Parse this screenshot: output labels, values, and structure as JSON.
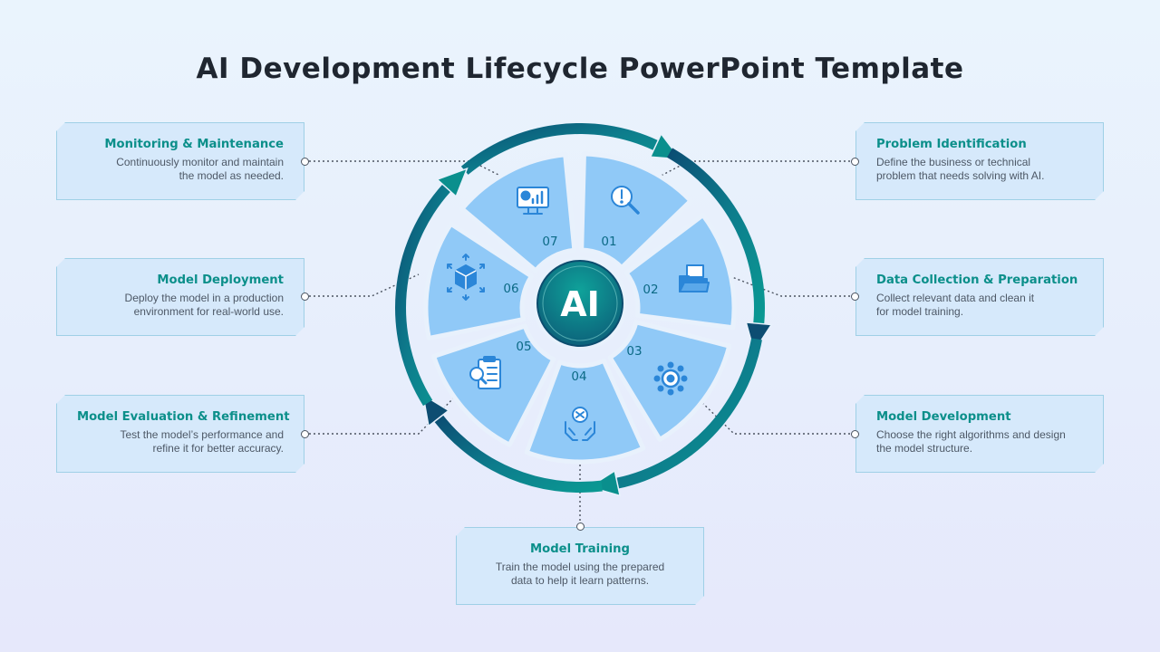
{
  "title": "AI Development Lifecycle PowerPoint Template",
  "center_label": "AI",
  "steps": [
    {
      "num": "01",
      "title": "Problem Identification",
      "desc_lines": [
        "Define the business or technical",
        "problem that needs solving with AI."
      ],
      "icon": "warning-search-icon"
    },
    {
      "num": "02",
      "title": "Data Collection & Preparation",
      "desc_lines": [
        "Collect relevant data and clean it",
        "for model training."
      ],
      "icon": "folder-documents-icon"
    },
    {
      "num": "03",
      "title": "Model Development",
      "desc_lines": [
        "Choose the right algorithms and design",
        "the model structure."
      ],
      "icon": "gear-network-icon"
    },
    {
      "num": "04",
      "title": "Model Training",
      "desc_lines": [
        "Train the model using the prepared",
        "data to help it learn patterns."
      ],
      "icon": "brain-hands-icon"
    },
    {
      "num": "05",
      "title": "Model Evaluation & Refinement",
      "desc_lines": [
        "Test the model’s performance and",
        "refine it for better accuracy."
      ],
      "icon": "clipboard-magnifier-icon"
    },
    {
      "num": "06",
      "title": "Model Deployment",
      "desc_lines": [
        "Deploy the model in a production",
        "environment for real-world use."
      ],
      "icon": "box-arrows-icon"
    },
    {
      "num": "07",
      "title": "Monitoring & Maintenance",
      "desc_lines": [
        "Continuously monitor and maintain",
        "the model as needed."
      ],
      "icon": "monitor-chart-icon"
    }
  ],
  "colors": {
    "ring_dark": "#0d4770",
    "ring_teal": "#0a9a93",
    "segment_fill": "#90c9f7",
    "icon_blue": "#2b86d8",
    "accent_teal": "#0b8f8a"
  }
}
